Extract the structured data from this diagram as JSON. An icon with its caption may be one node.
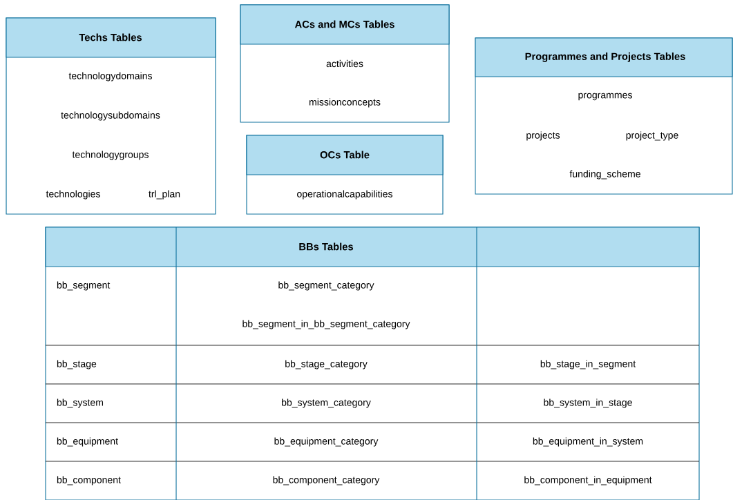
{
  "diagram": {
    "nodes": [
      {
        "text": [
          "Techs Tables",
          "technologydomains",
          "technologysubdomains",
          "technologygroups",
          "technologies",
          "trl_plan"
        ]
      },
      {
        "text": [
          "ACs and MCs Tables",
          "activities",
          "missionconcepts"
        ]
      },
      {
        "text": [
          "OCs Table",
          "operationalcapabilities"
        ]
      },
      {
        "text": [
          "Programmes and Projects Tables",
          "programmes",
          "projects",
          "project_type",
          "funding_scheme"
        ]
      },
      {
        "text": [
          "BBs Tables",
          "bb_segment",
          "bb_segment_category",
          "bb_segment_in_bb_segment_category",
          "bb_stage",
          "bb_stage_category",
          "bb_stage_in_segment",
          "bb_system",
          "bb_system_category",
          "bb_system_in_stage",
          "bb_equipment",
          "bb_equipment_category",
          "bb_equipment_in_system",
          "bb_component",
          "bb_component_category",
          "bb_component_in_equipment"
        ]
      }
    ]
  }
}
